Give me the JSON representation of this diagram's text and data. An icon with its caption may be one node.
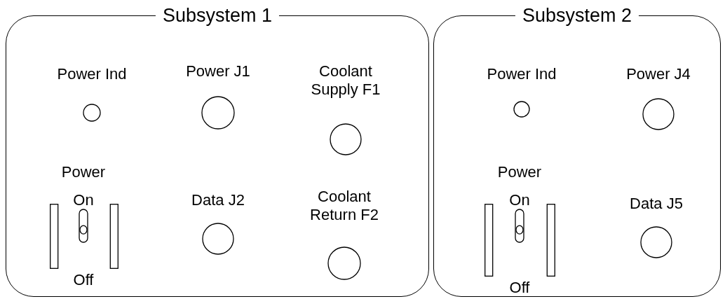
{
  "diagram": {
    "nodes": [
      {
        "text": [
          "Subsystem 1"
        ]
      },
      {
        "text": [
          "Power Ind"
        ],
        "in": 0
      },
      {
        "text": [
          "Power J1"
        ],
        "in": 0
      },
      {
        "text": [
          "Coolant Supply F1"
        ],
        "in": 0
      },
      {
        "text": [
          "Power",
          "On",
          "Off"
        ],
        "in": 0
      },
      {
        "text": [
          "Data J2"
        ],
        "in": 0
      },
      {
        "text": [
          "Coolant Return F2"
        ],
        "in": 0
      },
      {
        "text": [
          "Subsystem 2"
        ]
      },
      {
        "text": [
          "Power Ind"
        ],
        "in": 7
      },
      {
        "text": [
          "Power J4"
        ],
        "in": 7
      },
      {
        "text": [
          "Power",
          "On",
          "Off"
        ],
        "in": 7
      },
      {
        "text": [
          "Data J5"
        ],
        "in": 7
      }
    ],
    "edges": []
  }
}
